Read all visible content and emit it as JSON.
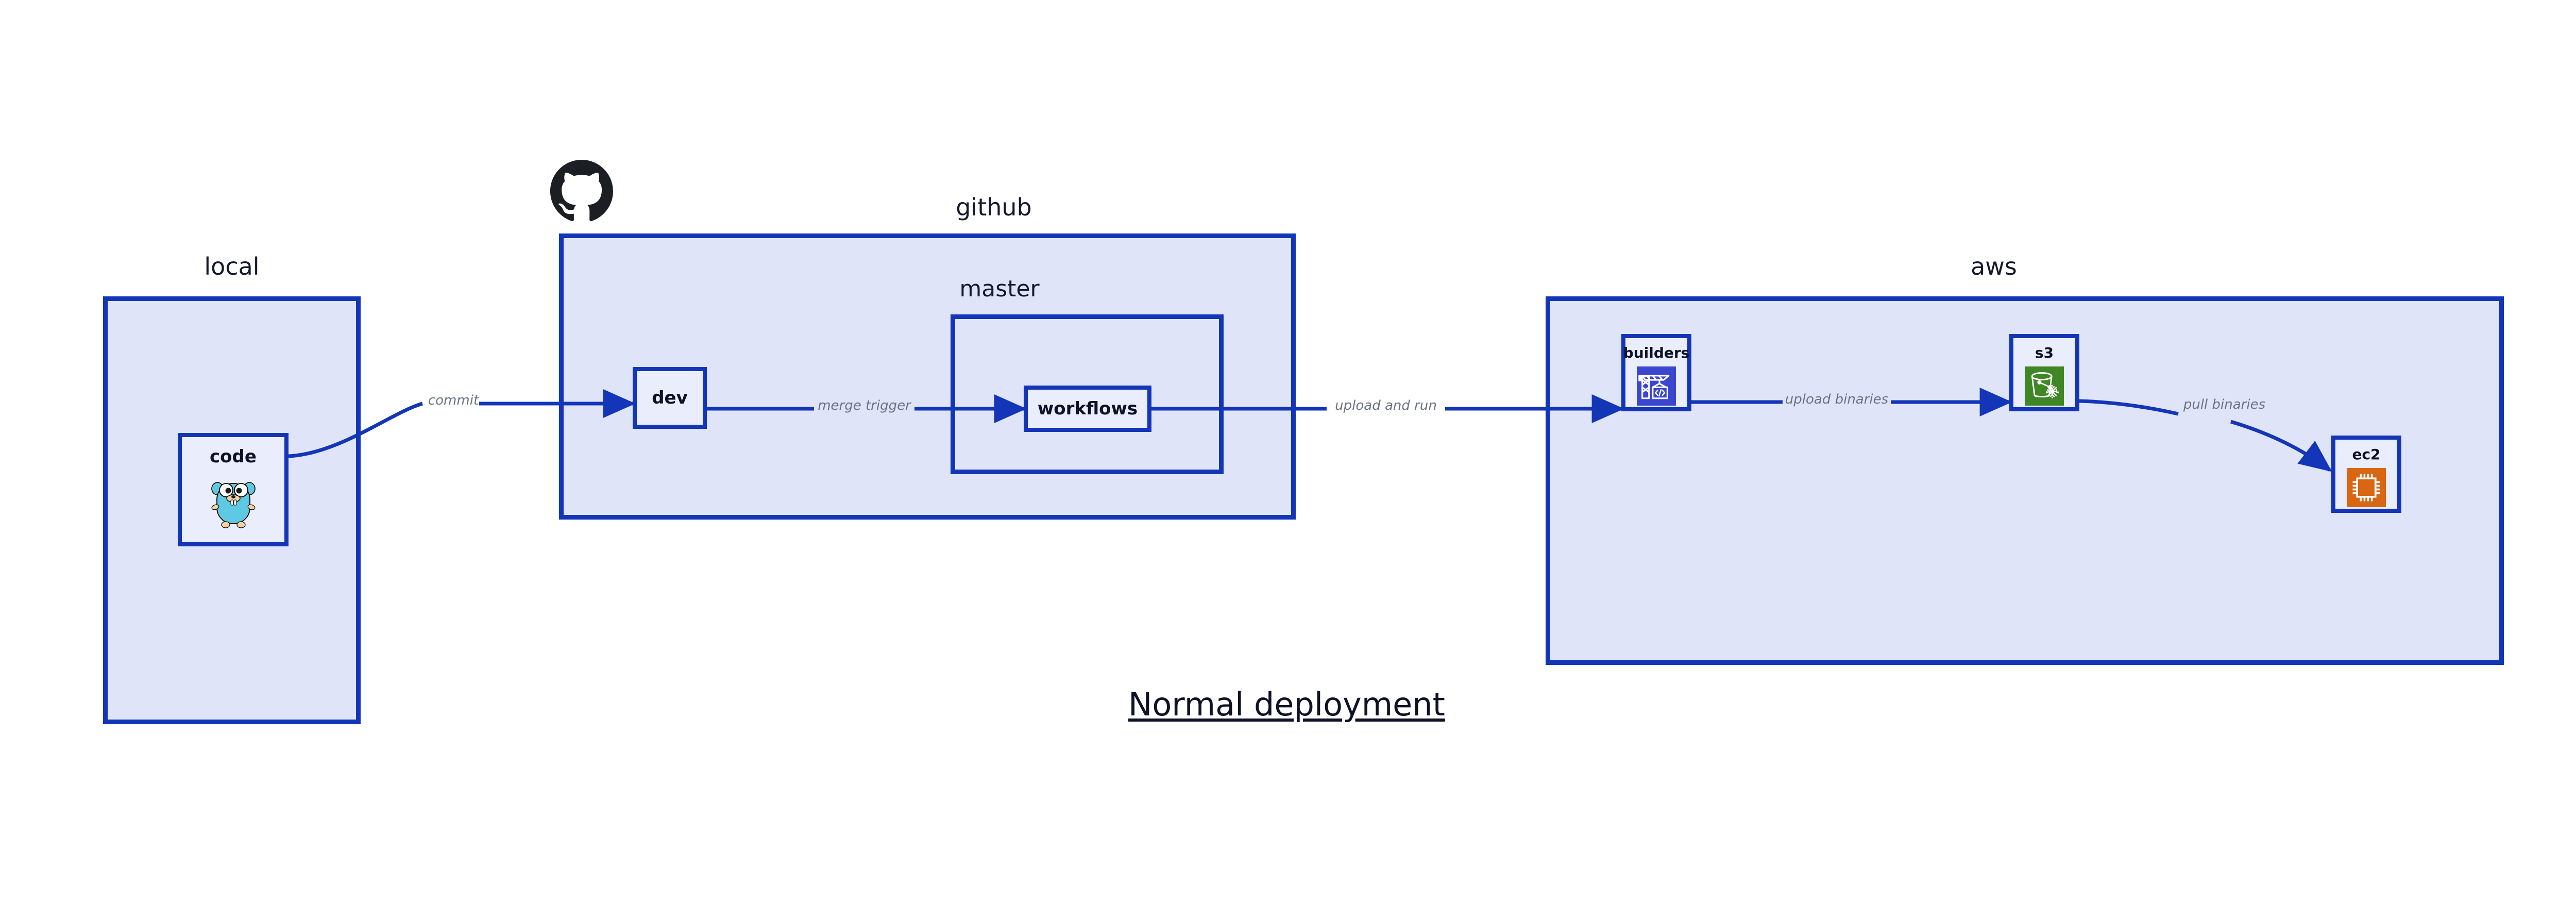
{
  "diagram": {
    "title": "Normal deployment",
    "background_color": "#ffffff",
    "accent_color": "#1336b8",
    "group_fill": "#dfe4f8",
    "node_fill": "#e9edfc",
    "label_color": "#131a2e",
    "edge_label_color": "#6b7280"
  },
  "groups": [
    {
      "id": "local",
      "label": "local"
    },
    {
      "id": "github",
      "label": "github"
    },
    {
      "id": "master",
      "label": "master"
    },
    {
      "id": "aws",
      "label": "aws"
    }
  ],
  "nodes": [
    {
      "id": "code",
      "label": "code",
      "icon": "go-gopher-icon"
    },
    {
      "id": "dev",
      "label": "dev",
      "icon": "none"
    },
    {
      "id": "workflows",
      "label": "workflows",
      "icon": "none"
    },
    {
      "id": "builders",
      "label": "builders",
      "icon": "aws-codebuild-crane-icon",
      "icon_color": "#3a46ce"
    },
    {
      "id": "s3",
      "label": "s3",
      "icon": "aws-s3-glacier-bucket-icon",
      "icon_color": "#3f8624"
    },
    {
      "id": "ec2",
      "label": "ec2",
      "icon": "aws-ec2-chip-icon",
      "icon_color": "#d86613"
    }
  ],
  "edges": [
    {
      "id": "commit",
      "from": "code",
      "to": "dev",
      "label": "commit"
    },
    {
      "id": "merge-trigger",
      "from": "dev",
      "to": "workflows",
      "label": "merge trigger"
    },
    {
      "id": "upload-and-run",
      "from": "workflows",
      "to": "builders",
      "label": "upload and run"
    },
    {
      "id": "upload-binaries",
      "from": "builders",
      "to": "s3",
      "label": "upload binaries"
    },
    {
      "id": "pull-binaries",
      "from": "s3",
      "to": "ec2",
      "label": "pull binaries"
    }
  ],
  "logos": [
    {
      "id": "github-logo",
      "name": "github-octocat-icon",
      "color": "#1b1f23"
    }
  ]
}
